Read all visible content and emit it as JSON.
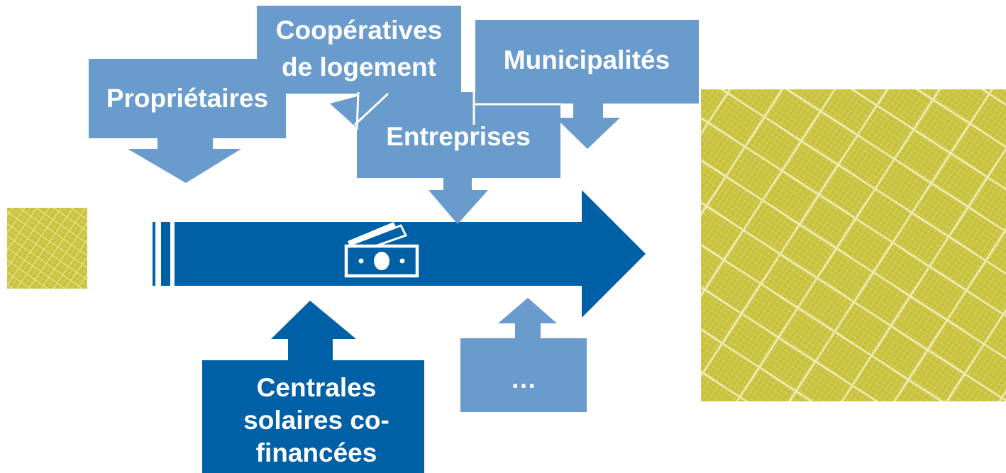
{
  "colors": {
    "light_blue": "#6a9bcd",
    "dark_blue": "#0060a6",
    "solar_yellow": "#c9c23a",
    "solar_grid": "#ece9a8",
    "white": "#ffffff"
  },
  "main_arrow": {
    "icon": "money-bills-icon"
  },
  "boxes": {
    "proprietaires": {
      "label": "Propriétaires"
    },
    "cooperatives": {
      "line1": "Coopératives",
      "line2": "de logement"
    },
    "municipalites": {
      "label": "Municipalités"
    },
    "entreprises": {
      "label": "Entreprises"
    },
    "centrales": {
      "line1": "Centrales",
      "line2": "solaires co-",
      "line3": "financées"
    },
    "autres": {
      "label": "…"
    }
  },
  "images": {
    "solar_small": "solar-panel-photo",
    "solar_large": "solar-panel-photo"
  }
}
